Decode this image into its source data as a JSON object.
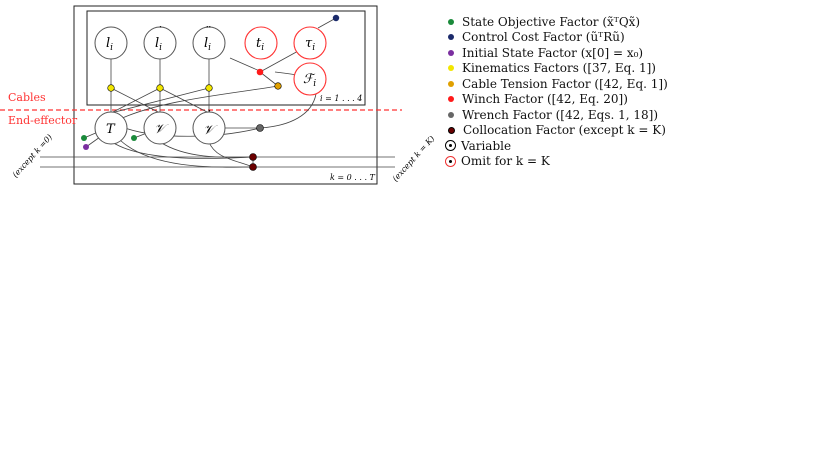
{
  "colors": {
    "state_objective": "#1a8a3a",
    "control_cost": "#1b2a6b",
    "initial_state": "#7b2fa0",
    "kinematics": "#f2e600",
    "cable_tension": "#e0a000",
    "winch": "#ff1a1a",
    "wrench": "#666666",
    "collocation": "#6a0000",
    "variable": "#000000",
    "omit": "#e33333"
  },
  "diagram": {
    "cables_label": "Cables",
    "end_effector_label": "End-effector",
    "cable_nodes": [
      {
        "symbol": "l",
        "accent": "",
        "sub": "i",
        "omit": false
      },
      {
        "symbol": "l",
        "accent": "˙",
        "sub": "i",
        "omit": false
      },
      {
        "symbol": "l",
        "accent": "¨",
        "sub": "i",
        "omit": false
      },
      {
        "symbol": "t",
        "accent": "",
        "sub": "i",
        "omit": true
      },
      {
        "symbol": "τ",
        "accent": "",
        "sub": "i",
        "omit": true
      },
      {
        "symbol": "ℱ",
        "accent": "",
        "sub": "i",
        "omit": true
      }
    ],
    "ee_nodes": [
      {
        "symbol": "T",
        "accent": ""
      },
      {
        "symbol": "𝒱",
        "accent": ""
      },
      {
        "symbol": "𝒱",
        "accent": "˙"
      }
    ],
    "plate_cables": "i = 1 . . . 4",
    "plate_time": "k = 0 . . . T",
    "except_k0": "(except k =0)",
    "except_kK": "(except k = K)"
  },
  "legend": [
    {
      "kind": "dot",
      "color_key": "state_objective",
      "text": "State Objective Factor (x̃ᵀQx̃)"
    },
    {
      "kind": "dot",
      "color_key": "control_cost",
      "text": "Control Cost Factor (ũᵀRũ)"
    },
    {
      "kind": "dot",
      "color_key": "initial_state",
      "text": "Initial State Factor (x[0] = x₀)"
    },
    {
      "kind": "dot",
      "color_key": "kinematics",
      "text": "Kinematics Factors ([37, Eq. 1])"
    },
    {
      "kind": "dot",
      "color_key": "cable_tension",
      "text": "Cable Tension Factor ([42, Eq. 1])"
    },
    {
      "kind": "dot",
      "color_key": "winch",
      "text": "Winch Factor ([42, Eq. 20])"
    },
    {
      "kind": "dot",
      "color_key": "wrench",
      "text": "Wrench Factor ([42, Eqs. 1, 18])"
    },
    {
      "kind": "dot",
      "color_key": "collocation",
      "text": "Collocation Factor (except k = K)"
    },
    {
      "kind": "circ",
      "color_key": "variable",
      "text": "Variable"
    },
    {
      "kind": "circ",
      "color_key": "omit",
      "text": "Omit for k = K"
    }
  ]
}
